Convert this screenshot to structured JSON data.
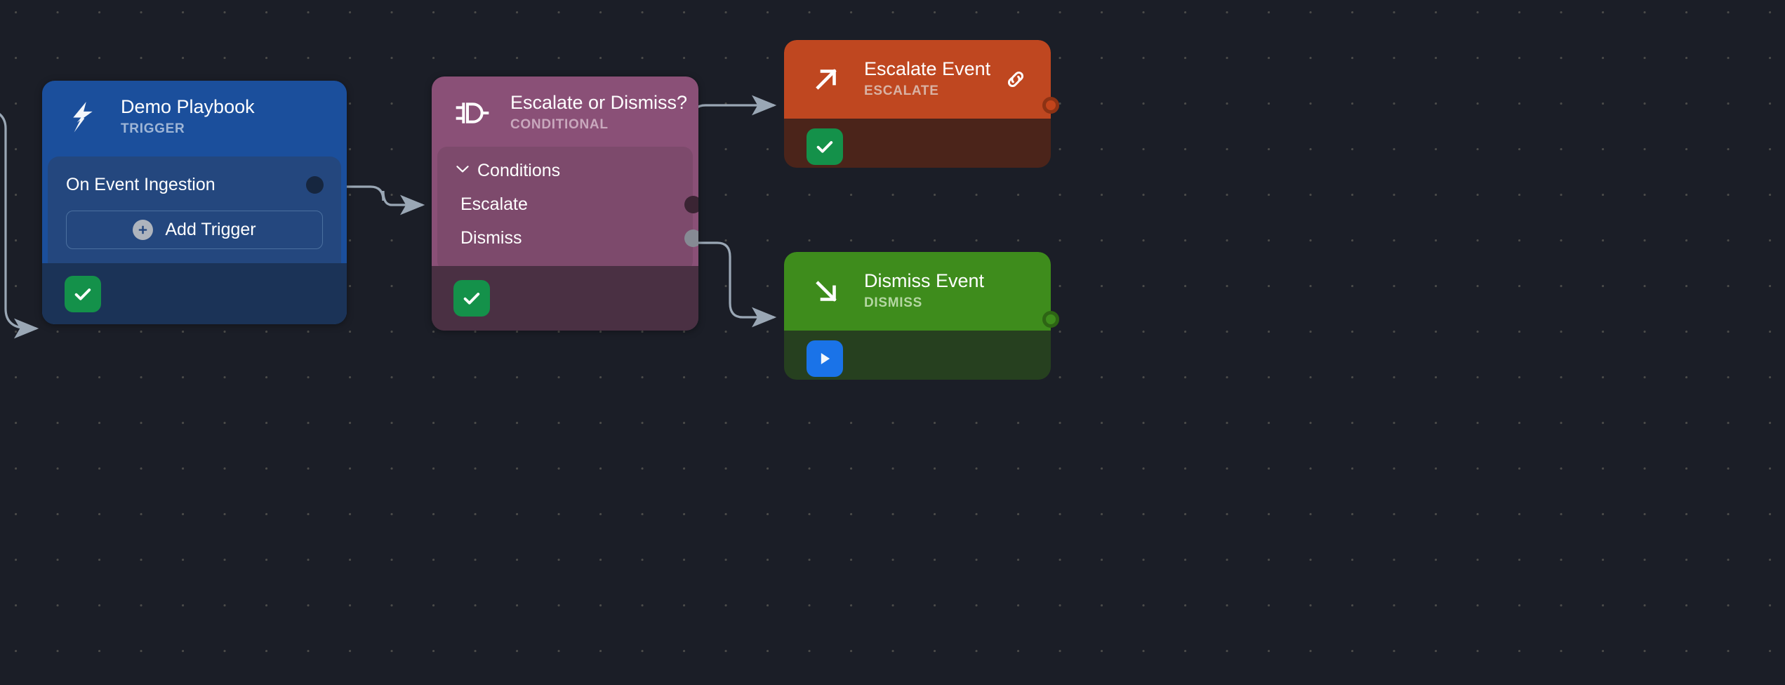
{
  "canvas": {
    "background_color": "#1b1e27",
    "grid_dot_color": "#4a4a48",
    "edge_color": "#9aa7b5"
  },
  "nodes": [
    {
      "id": "trigger",
      "title": "Demo Playbook",
      "subtitle": "TRIGGER",
      "icon": "lightning-bolt-icon",
      "accent_color": "#1b4f9c",
      "subtitle_color": "#9fb6d6",
      "inner": {
        "label": "On Event Ingestion",
        "handle_color": "#16263f",
        "add_button_label": "Add Trigger",
        "add_button_icon": "plus-circle-icon"
      },
      "footer": {
        "badge_icon": "check-icon",
        "badge_color": "#14914a",
        "background": "#1b3357"
      }
    },
    {
      "id": "conditional",
      "title": "Escalate or Dismiss?",
      "subtitle": "CONDITIONAL",
      "icon": "logic-gate-icon",
      "accent_color": "#8a5077",
      "subtitle_color": "#c9a8bd",
      "conditions_section": {
        "label": "Conditions",
        "chevron_icon": "chevron-down-icon",
        "expanded": true,
        "rows": [
          {
            "label": "Escalate",
            "handle_color": "#3a2433"
          },
          {
            "label": "Dismiss",
            "handle_color": "#868a94"
          }
        ]
      },
      "footer": {
        "badge_icon": "check-icon",
        "badge_color": "#14914a",
        "background": "#4a3043"
      }
    },
    {
      "id": "escalate",
      "title": "Escalate Event",
      "subtitle": "ESCALATE",
      "icon": "arrow-up-right-icon",
      "accent_color": "#bf4720",
      "subtitle_color": "#d9b2a4",
      "action_icon": "link-chain-icon",
      "output_handle_color": "#c2441b",
      "footer": {
        "badge_icon": "check-icon",
        "badge_color": "#14914a",
        "background": "#4b241a"
      }
    },
    {
      "id": "dismiss",
      "title": "Dismiss Event",
      "subtitle": "DISMISS",
      "icon": "arrow-down-right-icon",
      "accent_color": "#3e8c1c",
      "subtitle_color": "#b4d7a2",
      "output_handle_color": "#3e8c1c",
      "footer": {
        "badge_icon": "play-icon",
        "badge_color": "#1a73e8",
        "background": "#26401f"
      }
    }
  ],
  "edges": [
    {
      "id": "incoming-to-trigger",
      "from": "offscreen-left",
      "to": "trigger"
    },
    {
      "id": "trigger-to-conditional",
      "from": "trigger",
      "to": "conditional"
    },
    {
      "id": "escalate-branch",
      "from": "conditional.escalate",
      "to": "escalate"
    },
    {
      "id": "dismiss-branch",
      "from": "conditional.dismiss",
      "to": "dismiss"
    }
  ]
}
